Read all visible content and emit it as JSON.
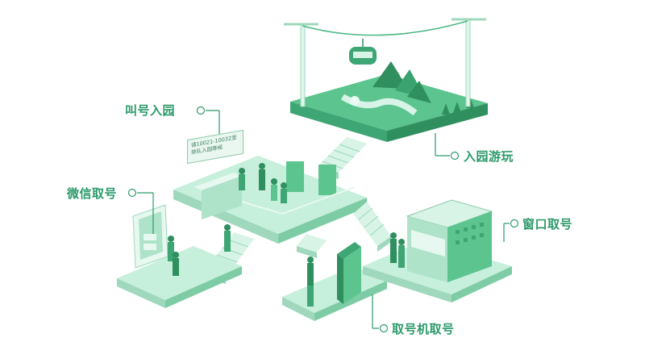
{
  "labels": {
    "queue_entry": "叫号入园",
    "wechat": "微信取号",
    "park_entry": "入园游玩",
    "window": "窗口取号",
    "kiosk": "取号机取号"
  },
  "sign": {
    "line1": "请10021-10032至",
    "line2": "排队入园等候"
  },
  "colors": {
    "accent": "#2c9a6b",
    "platform_top": "#b8ead2",
    "platform_side": "#8fd8b6",
    "island_top": "#5cc48f",
    "mountain": "#2f8f5f"
  }
}
